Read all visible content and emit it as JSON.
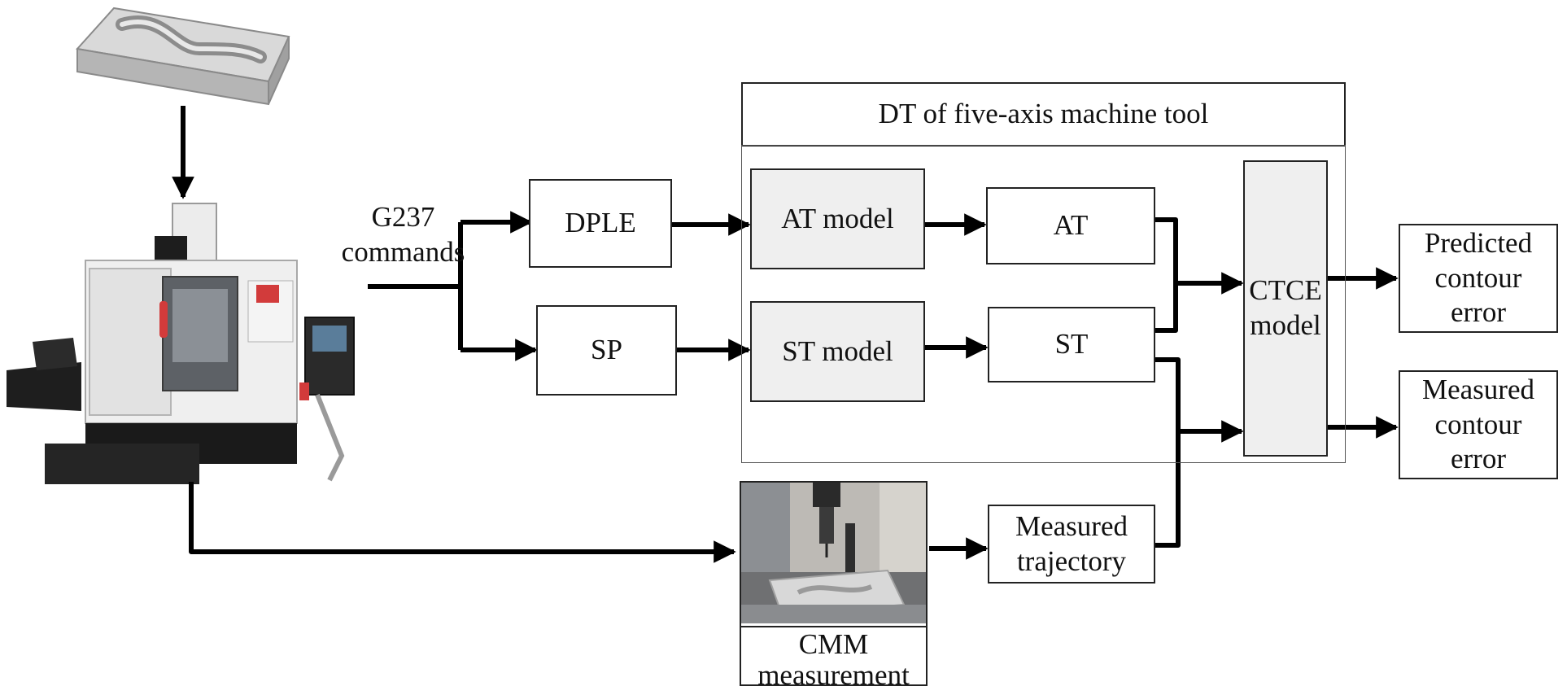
{
  "colors": {
    "line": "#000000",
    "box_border": "#222222",
    "model_fill": "#efefef",
    "group_fill": "#ffffff"
  },
  "icons": [
    "workpiece-image",
    "machine-tool-image",
    "cmm-photo"
  ],
  "group": {
    "title": "DT of five-axis machine tool"
  },
  "input": {
    "label": "G237\ncommands"
  },
  "blocks": {
    "dple": "DPLE",
    "sp": "SP",
    "at_model": "AT model",
    "st_model": "ST model",
    "at": "AT",
    "st": "ST",
    "ctce": "CTCE\nmodel",
    "predicted": "Predicted\ncontour\nerror",
    "measured_error": "Measured\ncontour\nerror",
    "measured_trajectory": "Measured\ntrajectory",
    "cmm": "CMM\nmeasurement"
  }
}
